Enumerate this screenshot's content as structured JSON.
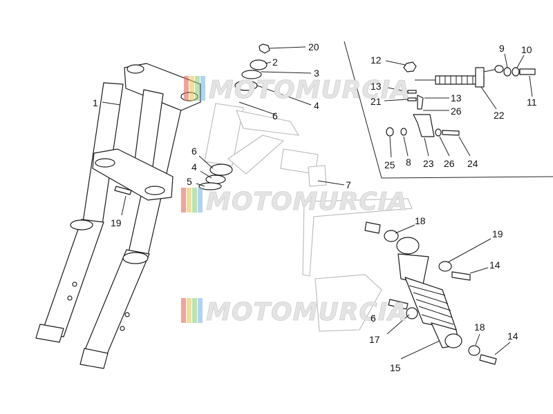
{
  "diagram": {
    "callouts": [
      {
        "id": "c20",
        "label": "20"
      },
      {
        "id": "c2",
        "label": "2"
      },
      {
        "id": "c3",
        "label": "3"
      },
      {
        "id": "c4a",
        "label": "4"
      },
      {
        "id": "c1",
        "label": "1"
      },
      {
        "id": "c6a",
        "label": "6"
      },
      {
        "id": "c6b",
        "label": "6"
      },
      {
        "id": "c4b",
        "label": "4"
      },
      {
        "id": "c5",
        "label": "5"
      },
      {
        "id": "c7",
        "label": "7"
      },
      {
        "id": "c19a",
        "label": "19"
      },
      {
        "id": "c12",
        "label": "12"
      },
      {
        "id": "c9",
        "label": "9"
      },
      {
        "id": "c10",
        "label": "10"
      },
      {
        "id": "c11",
        "label": "11"
      },
      {
        "id": "c13a",
        "label": "13"
      },
      {
        "id": "c13b",
        "label": "13"
      },
      {
        "id": "c21",
        "label": "21"
      },
      {
        "id": "c26a",
        "label": "26"
      },
      {
        "id": "c22",
        "label": "22"
      },
      {
        "id": "c25",
        "label": "25"
      },
      {
        "id": "c8",
        "label": "8"
      },
      {
        "id": "c23",
        "label": "23"
      },
      {
        "id": "c26b",
        "label": "26"
      },
      {
        "id": "c24",
        "label": "24"
      },
      {
        "id": "c18a",
        "label": "18"
      },
      {
        "id": "c19b",
        "label": "19"
      },
      {
        "id": "c14a",
        "label": "14"
      },
      {
        "id": "c6c",
        "label": "6"
      },
      {
        "id": "c17",
        "label": "17"
      },
      {
        "id": "c18b",
        "label": "18"
      },
      {
        "id": "c14b",
        "label": "14"
      },
      {
        "id": "c15",
        "label": "15"
      }
    ]
  },
  "watermark": {
    "text": "MOTOMURCIA",
    "stripe_colors": [
      "#e06a5a",
      "#e8c65a",
      "#8fcf7a",
      "#7ab8e0"
    ]
  }
}
